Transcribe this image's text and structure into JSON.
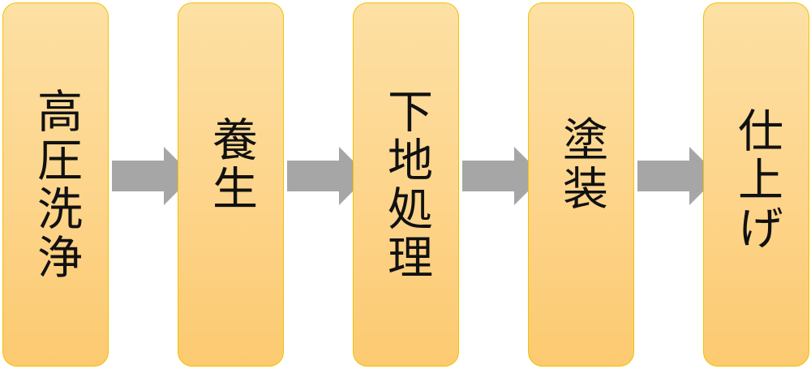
{
  "steps": [
    {
      "label": "高圧洗浄"
    },
    {
      "label": "養生"
    },
    {
      "label": "下地処理"
    },
    {
      "label": "塗装"
    },
    {
      "label": "仕上げ"
    }
  ],
  "colors": {
    "box_fill_top": "#fde0a4",
    "box_fill_bottom": "#fcca70",
    "box_border": "#f2c200",
    "arrow": "#a6a6a6",
    "text": "#111111"
  }
}
